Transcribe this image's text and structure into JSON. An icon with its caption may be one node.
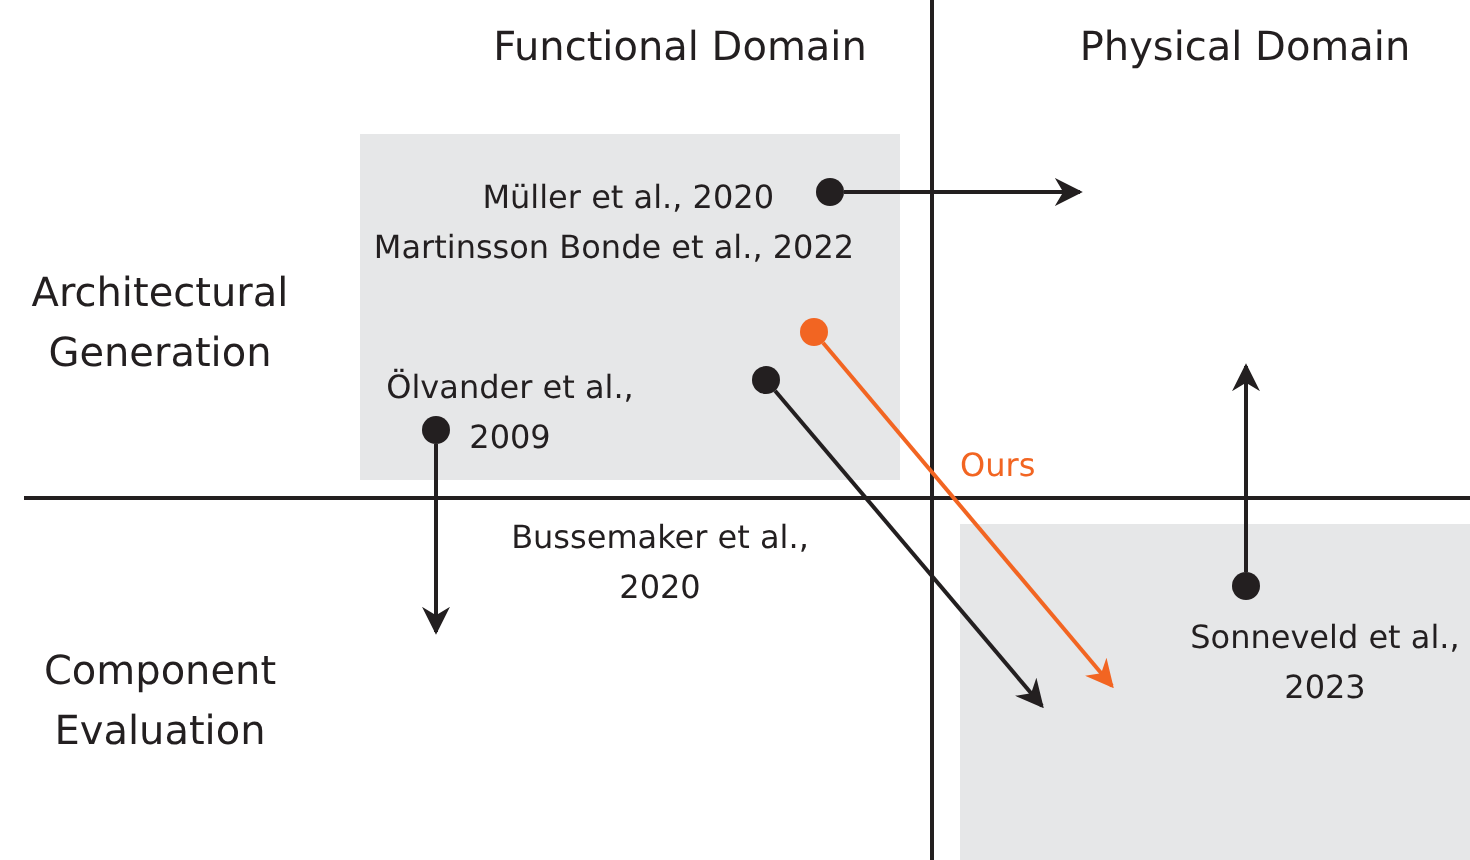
{
  "diagram": {
    "nodes": [
      {
        "text": [],
        "shape": "box"
      },
      {
        "text": [],
        "shape": "circle",
        "in": 0,
        "beside": [
          "Müller et al., 2020",
          "Martinsson Bonde et al., 2022"
        ]
      },
      {
        "text": [],
        "shape": "circle",
        "in": 0
      },
      {
        "text": [],
        "shape": "circle",
        "in": 0
      },
      {
        "text": [],
        "shape": "circle",
        "in": 0,
        "beside": [
          "Ölvander et al., 2009"
        ]
      },
      {
        "text": [],
        "shape": "box"
      },
      {
        "text": [],
        "shape": "circle",
        "in": 5,
        "beside": [
          "Sonneveld et al., 2023"
        ]
      }
    ],
    "edges": [
      {
        "from": 1,
        "to": null,
        "arrow": "to"
      },
      {
        "from": 2,
        "to": null,
        "arrow": "to",
        "label": "Ours",
        "color": "#f26522"
      },
      {
        "from": 3,
        "to": null,
        "arrow": "to"
      },
      {
        "from": 4,
        "to": null,
        "arrow": "to"
      },
      {
        "from": 6,
        "to": null,
        "arrow": "to"
      }
    ],
    "labels": [
      "Functional Domain",
      "Physical Domain",
      "Architectural Generation",
      "Bussemaker et al., 2020",
      "Component Evaluation"
    ]
  }
}
